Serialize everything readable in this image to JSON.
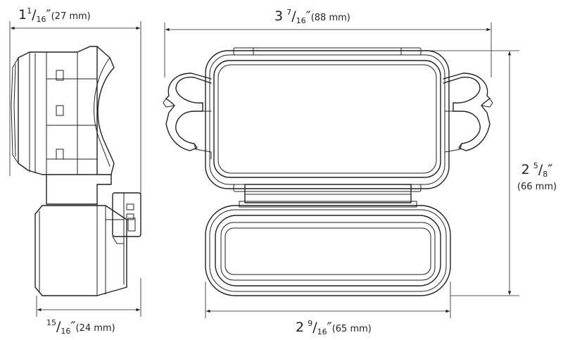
{
  "dimensions": {
    "side_depth": {
      "whole": "1",
      "num": "1",
      "den": "16",
      "mm": "(27 mm)"
    },
    "side_base": {
      "whole": "",
      "num": "15",
      "den": "16",
      "mm": "(24 mm)"
    },
    "front_width": {
      "whole": "3",
      "num": "7",
      "den": "16",
      "mm": "(88 mm)"
    },
    "front_height": {
      "whole": "2",
      "num": "5",
      "den": "8",
      "mm": "(66 mm)"
    },
    "lens_width": {
      "whole": "2",
      "num": "9",
      "den": "16",
      "mm": "(65 mm)"
    }
  },
  "colors": {
    "line": "#231f20",
    "background": "#ffffff"
  }
}
